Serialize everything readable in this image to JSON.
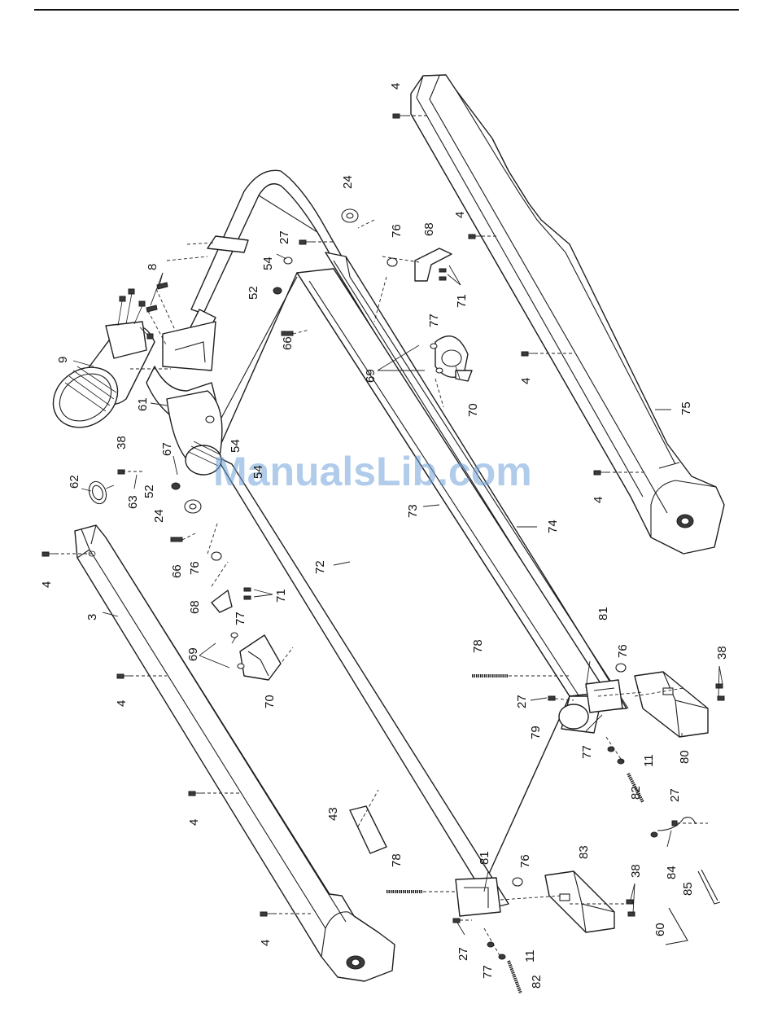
{
  "watermark": "ManualsLib.com",
  "callouts": [
    {
      "id": "c4a",
      "text": "4"
    },
    {
      "id": "c4b",
      "text": "4"
    },
    {
      "id": "c4c",
      "text": "4"
    },
    {
      "id": "c4d",
      "text": "4"
    },
    {
      "id": "c4e",
      "text": "4"
    },
    {
      "id": "c4f",
      "text": "4"
    },
    {
      "id": "c4g",
      "text": "4"
    },
    {
      "id": "c4h",
      "text": "4"
    },
    {
      "id": "c24a",
      "text": "24"
    },
    {
      "id": "c24b",
      "text": "24"
    },
    {
      "id": "c27a",
      "text": "27"
    },
    {
      "id": "c27b",
      "text": "27"
    },
    {
      "id": "c27c",
      "text": "27"
    },
    {
      "id": "c27d",
      "text": "27"
    },
    {
      "id": "c54a",
      "text": "54"
    },
    {
      "id": "c54b",
      "text": "54"
    },
    {
      "id": "c54c",
      "text": "54"
    },
    {
      "id": "c52a",
      "text": "52"
    },
    {
      "id": "c52b",
      "text": "52"
    },
    {
      "id": "c8",
      "text": "8"
    },
    {
      "id": "c9",
      "text": "9"
    },
    {
      "id": "c76a",
      "text": "76"
    },
    {
      "id": "c76b",
      "text": "76"
    },
    {
      "id": "c76c",
      "text": "76"
    },
    {
      "id": "c76d",
      "text": "76"
    },
    {
      "id": "c68a",
      "text": "68"
    },
    {
      "id": "c68b",
      "text": "68"
    },
    {
      "id": "c71a",
      "text": "71"
    },
    {
      "id": "c71b",
      "text": "71"
    },
    {
      "id": "c66a",
      "text": "66"
    },
    {
      "id": "c66b",
      "text": "66"
    },
    {
      "id": "c77a",
      "text": "77"
    },
    {
      "id": "c77b",
      "text": "77"
    },
    {
      "id": "c77c",
      "text": "77"
    },
    {
      "id": "c77d",
      "text": "77"
    },
    {
      "id": "c69a",
      "text": "69"
    },
    {
      "id": "c69b",
      "text": "69"
    },
    {
      "id": "c70a",
      "text": "70"
    },
    {
      "id": "c70b",
      "text": "70"
    },
    {
      "id": "c75",
      "text": "75"
    },
    {
      "id": "c61",
      "text": "61"
    },
    {
      "id": "c38a",
      "text": "38"
    },
    {
      "id": "c38b",
      "text": "38"
    },
    {
      "id": "c38c",
      "text": "38"
    },
    {
      "id": "c67",
      "text": "67"
    },
    {
      "id": "c62",
      "text": "62"
    },
    {
      "id": "c63",
      "text": "63"
    },
    {
      "id": "c73",
      "text": "73"
    },
    {
      "id": "c74",
      "text": "74"
    },
    {
      "id": "c72",
      "text": "72"
    },
    {
      "id": "c3",
      "text": "3"
    },
    {
      "id": "c78a",
      "text": "78"
    },
    {
      "id": "c78b",
      "text": "78"
    },
    {
      "id": "c81a",
      "text": "81"
    },
    {
      "id": "c81b",
      "text": "81"
    },
    {
      "id": "c79",
      "text": "79"
    },
    {
      "id": "c80",
      "text": "80"
    },
    {
      "id": "c11a",
      "text": "11"
    },
    {
      "id": "c11b",
      "text": "11"
    },
    {
      "id": "c82a",
      "text": "82"
    },
    {
      "id": "c82b",
      "text": "82"
    },
    {
      "id": "c43",
      "text": "43"
    },
    {
      "id": "c83",
      "text": "83"
    },
    {
      "id": "c84",
      "text": "84"
    },
    {
      "id": "c85",
      "text": "85"
    },
    {
      "id": "c60",
      "text": "60"
    }
  ]
}
